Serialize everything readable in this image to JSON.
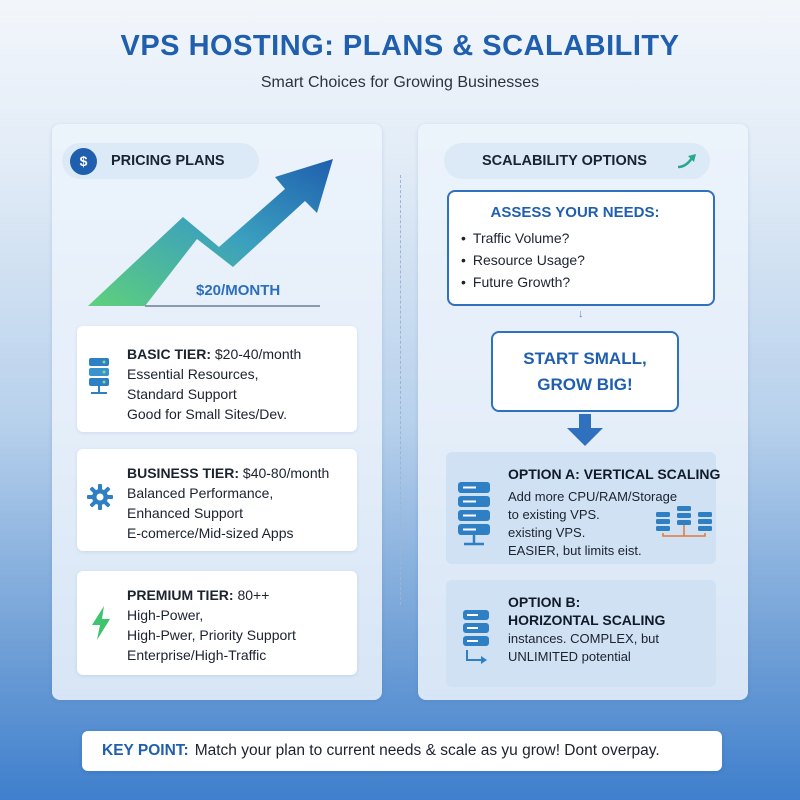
{
  "header": {
    "title": "VPS HOSTING: PLANS & SCALABILITY",
    "subtitle": "Smart Choices for Growing Businesses"
  },
  "pricing": {
    "section_title": "PRICING PLANS",
    "icon": "dollar-icon",
    "chart_price_label": "$20/MONTH",
    "tiers": [
      {
        "name": "BASIC TIER:",
        "price": "$20-40/month",
        "lines": [
          "Essential Resources,",
          "Standard Support",
          "Good for Small Sites/Dev."
        ],
        "icon": "server-stack-icon"
      },
      {
        "name": "BUSINESS TIER:",
        "price": "$40-80/month",
        "lines": [
          "Balanced Performance,",
          "Enhanced Support",
          "E-comerce/Mid-sized Apps"
        ],
        "icon": "gear-icon"
      },
      {
        "name": "PREMIUM TIER:",
        "price": "80++",
        "lines": [
          "High-Power,",
          "High-Pwer, Priority Support",
          "Enterprise/High-Traffic"
        ],
        "icon": "lightning-icon"
      }
    ]
  },
  "scalability": {
    "section_title": "SCALABILITY OPTIONS",
    "icon": "upward-arrow-icon",
    "assess": {
      "title": "ASSESS YOUR NEEDS:",
      "items": [
        "Traffic Volume?",
        "Resource Usage?",
        "Future Growth?"
      ]
    },
    "start_small_line1": "START SMALL,",
    "start_small_line2": "GROW BIG!",
    "option_a": {
      "title": "OPTION A: VERTICAL SCALING",
      "lines": [
        "Add more CPU/RAM/Storage",
        "to existing VPS.",
        "existing VPS.",
        "EASIER, but limits eist."
      ]
    },
    "option_b": {
      "title_line1": "OPTION B:",
      "title_line2": "HORIZONTAL SCALING",
      "lines": [
        "instances. COMPLEX, but",
        "UNLIMITED potential"
      ]
    }
  },
  "key_point": {
    "label": "KEY POINT:",
    "text": "Match your plan to current needs & scale as yu grow! Dont overpay."
  },
  "colors": {
    "brand_blue": "#1f5fae",
    "chart_green": "#4cc07a",
    "chart_blue": "#1f5fae",
    "lightning_green": "#3ec46d"
  }
}
